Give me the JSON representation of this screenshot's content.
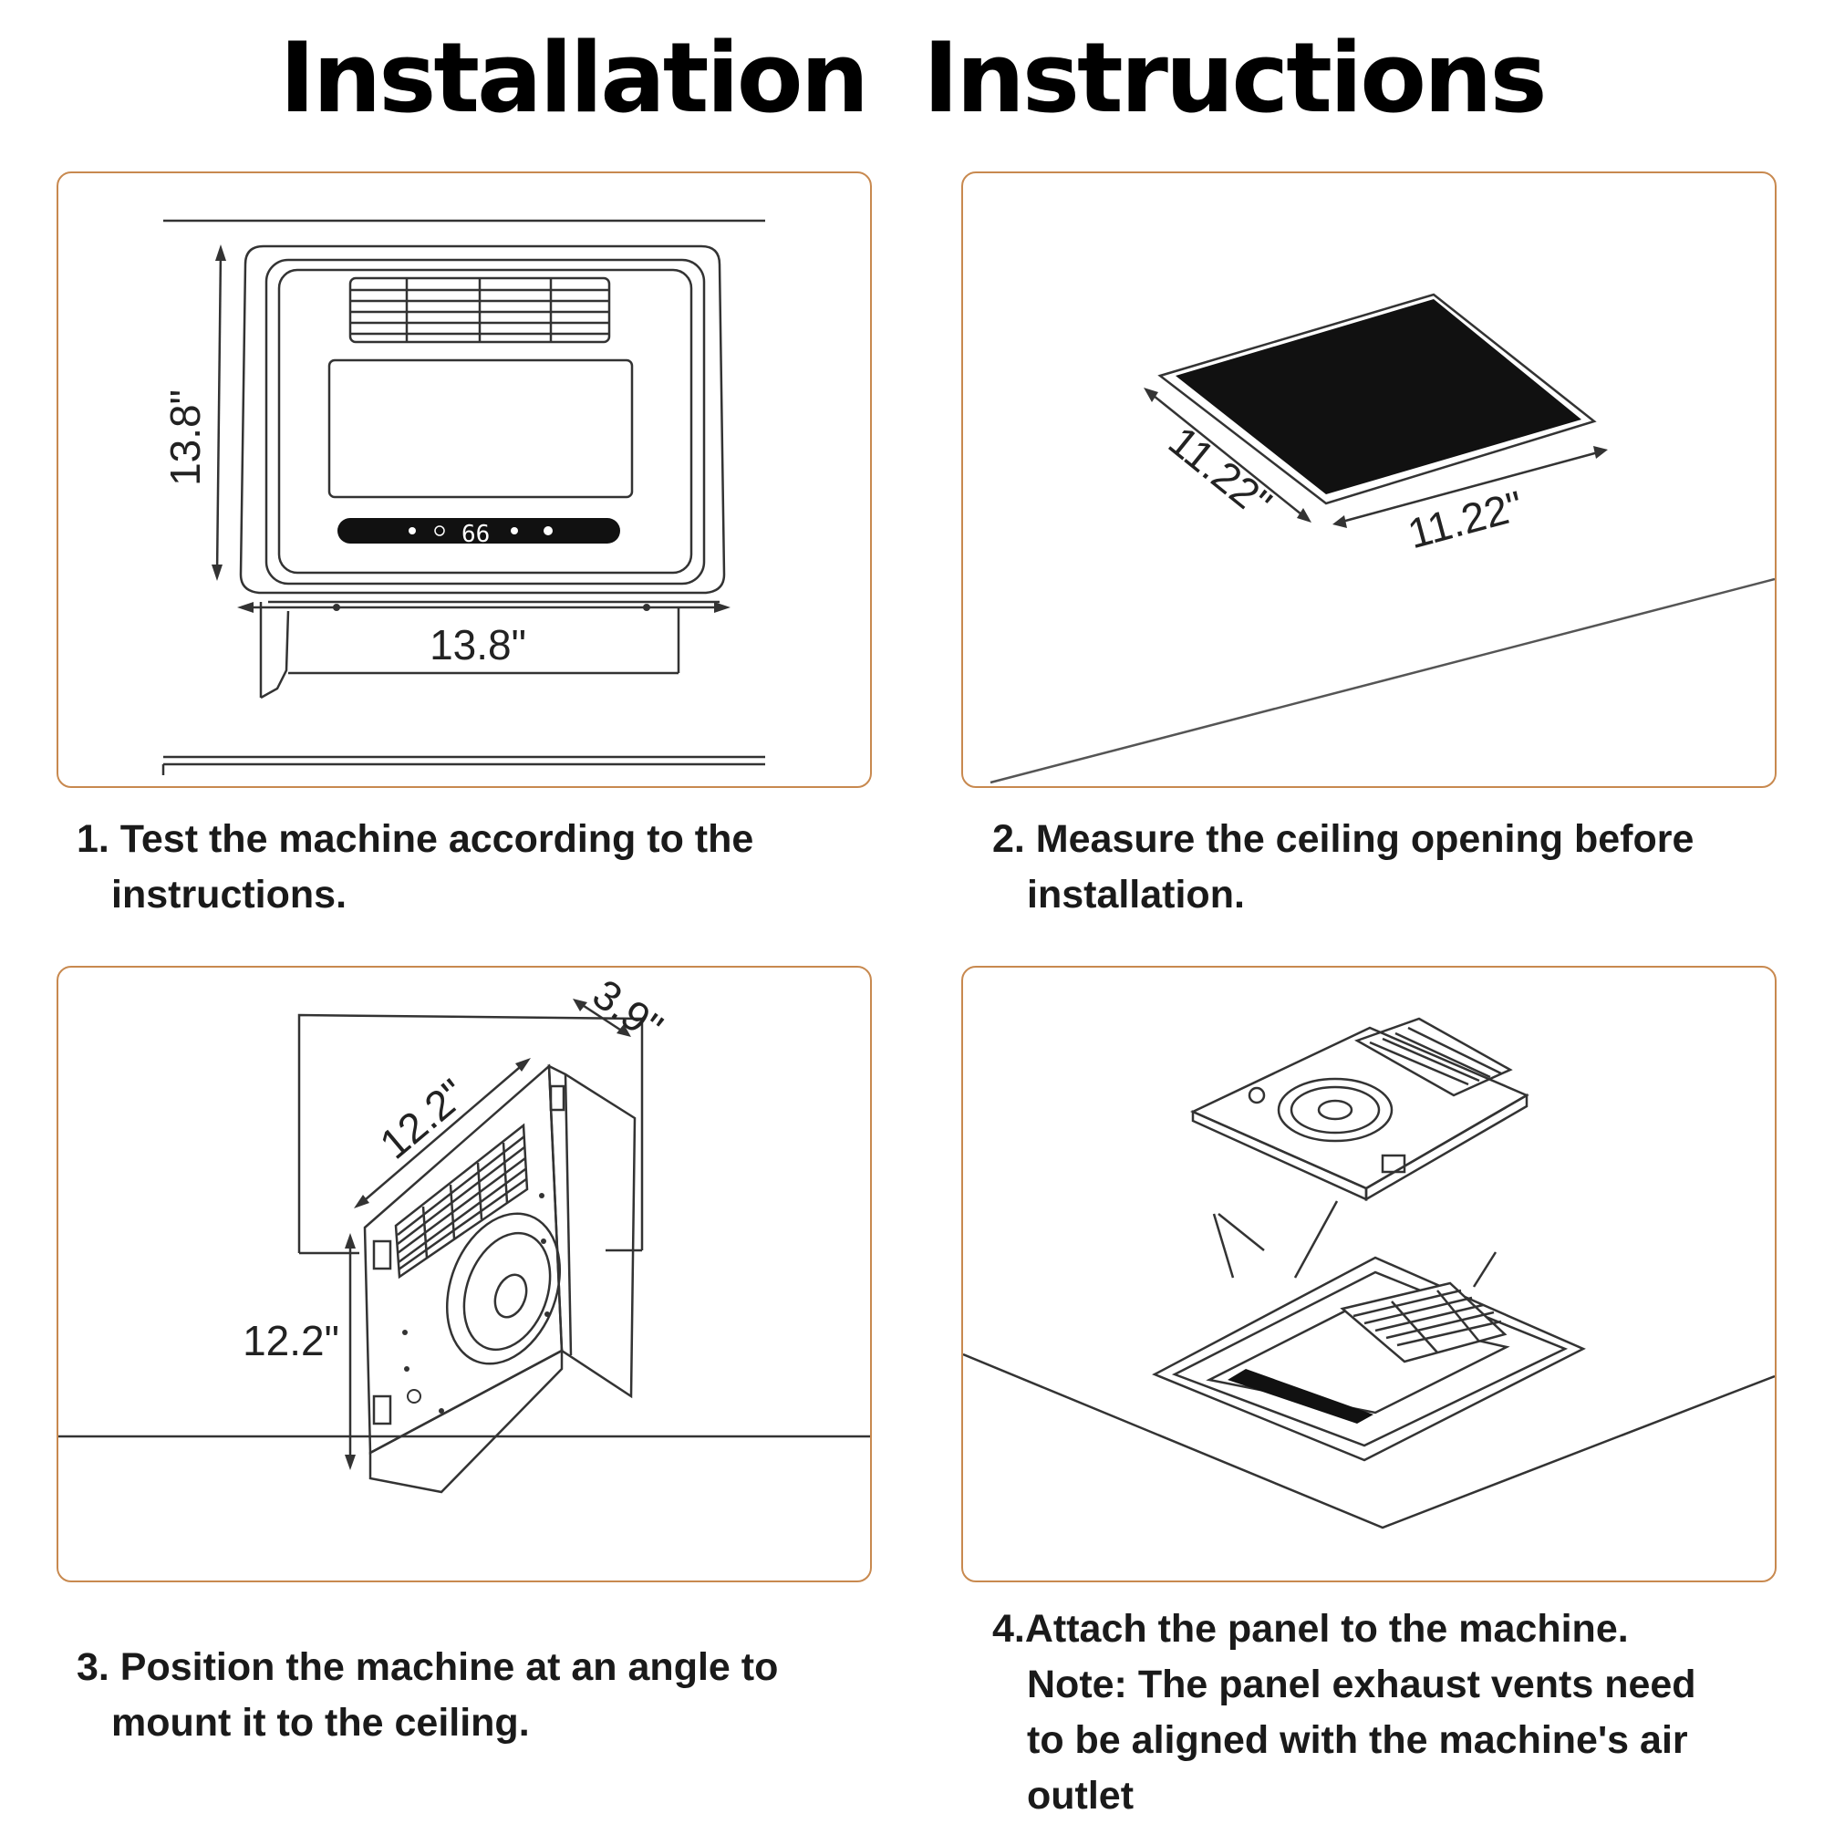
{
  "header": {
    "title": "Installation  Instructions"
  },
  "steps": [
    {
      "line1": "1. Test the machine according to the",
      "line2": "instructions.",
      "dims": {
        "height": "13.8\"",
        "width": "13.8\""
      },
      "display_reading": "66"
    },
    {
      "line1": "2. Measure the ceiling opening before",
      "line2": "installation.",
      "dims": {
        "depth": "11.22\"",
        "width": "11.22\""
      }
    },
    {
      "line1": "3. Position the machine at an angle to",
      "line2": "mount it to the ceiling.",
      "dims": {
        "top": "12.2\"",
        "side": "12.2\"",
        "thickness": "3.9\""
      }
    },
    {
      "line1": "4.Attach the panel to the machine.",
      "line2": "Note: The panel exhaust vents need",
      "line3": "to be aligned with the machine's air",
      "line4": "outlet"
    }
  ],
  "colors": {
    "panel_border": "#c8894f",
    "ink": "#333333"
  }
}
